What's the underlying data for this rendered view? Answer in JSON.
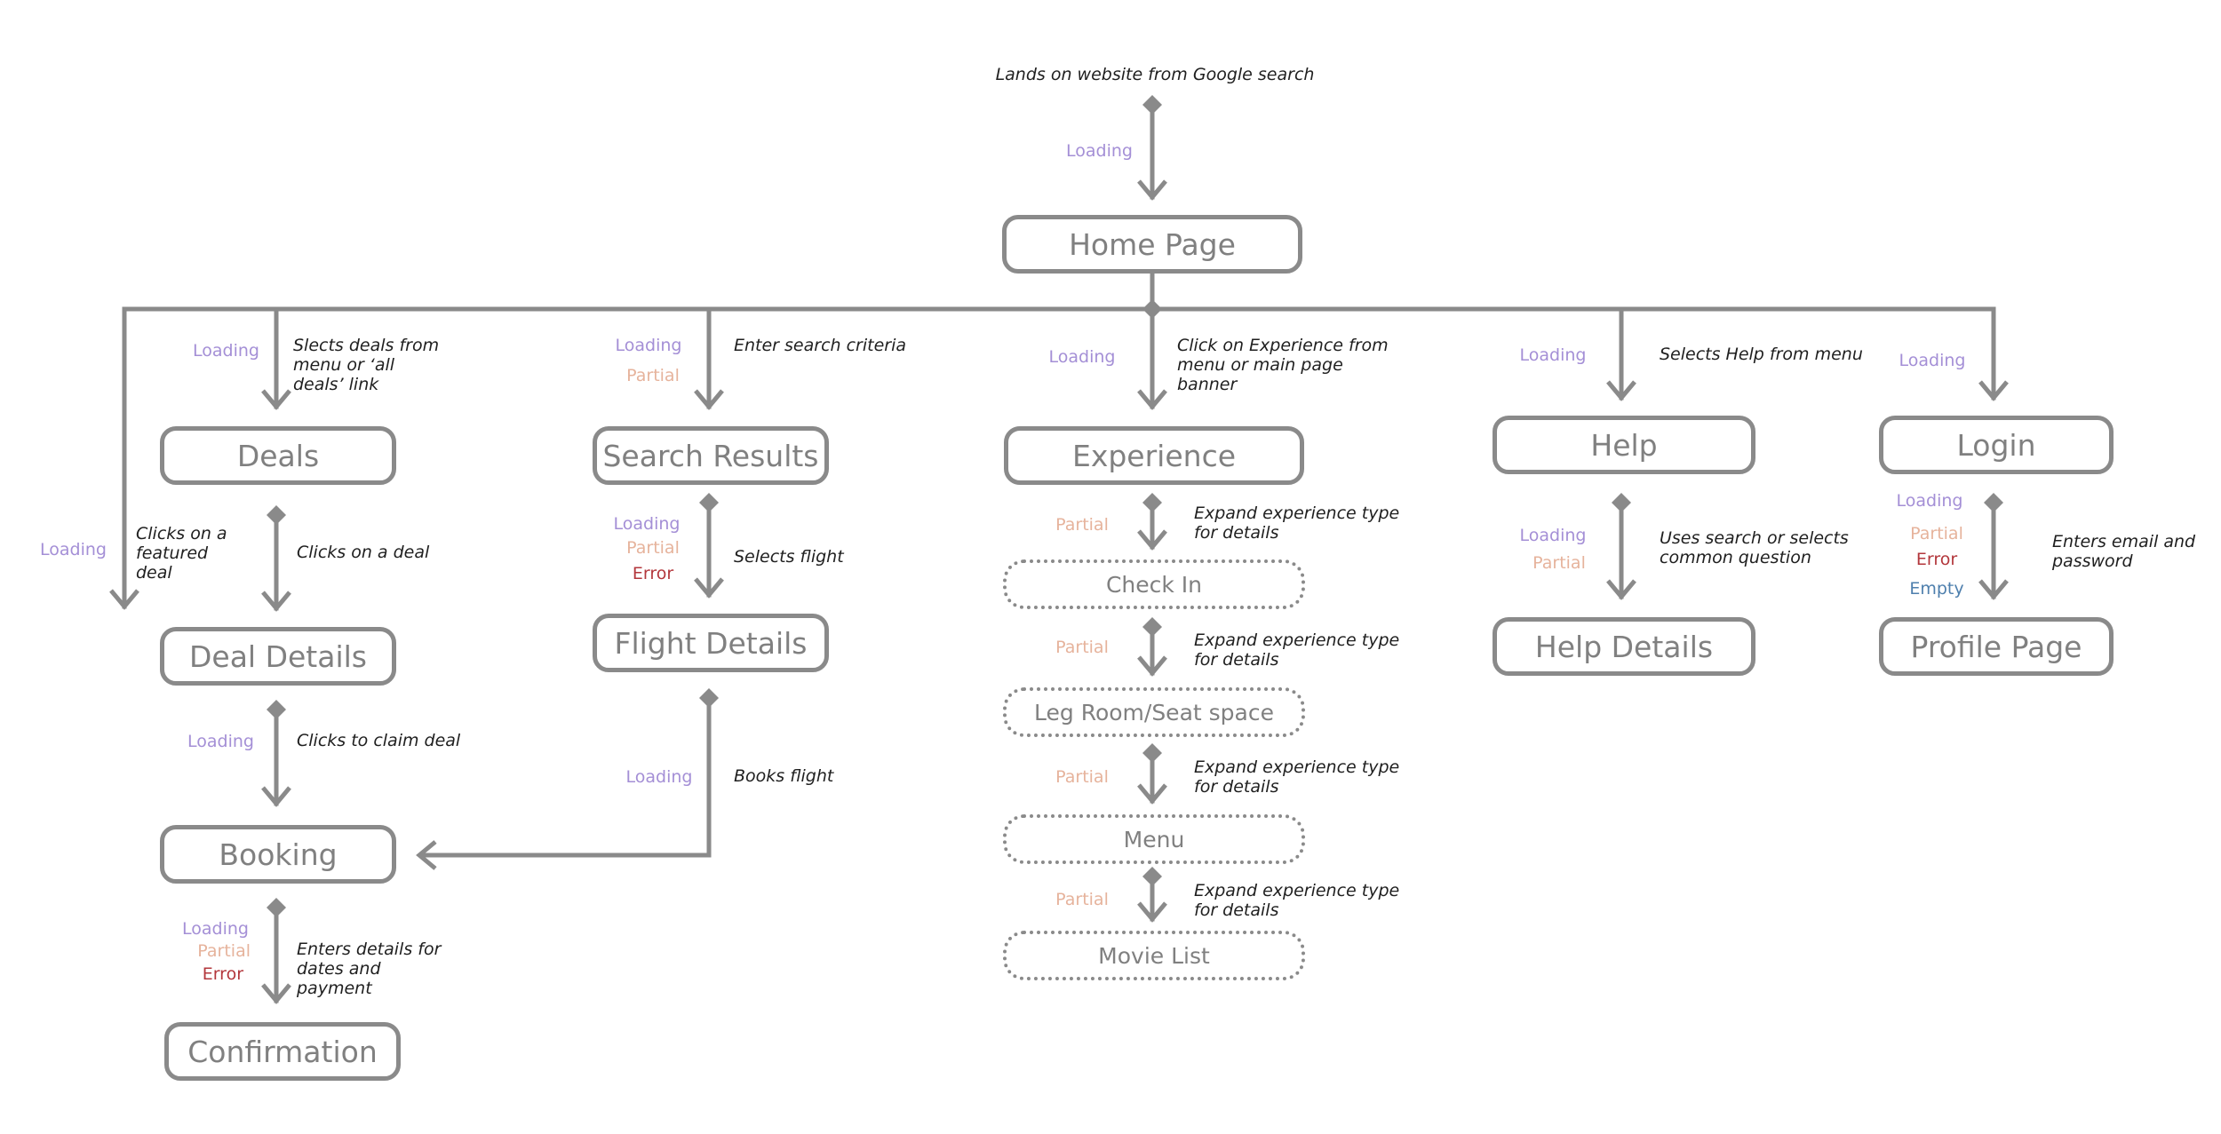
{
  "colors": {
    "edge": "#8a8a8a",
    "node_border": "#8a8a8a",
    "node_text": "#808080",
    "note_text": "#1f1f1f",
    "loading": "#a48fd6",
    "partial": "#e6b39c",
    "error": "#b3373c",
    "empty": "#4e7fad"
  },
  "entry": {
    "note": "Lands on website from Google search",
    "state_loading": "Loading"
  },
  "nodes": {
    "home": "Home Page",
    "deals": "Deals",
    "deal_details": "Deal Details",
    "booking": "Booking",
    "confirmation": "Confirmation",
    "search_results": "Search Results",
    "flight_details": "Flight Details",
    "experience": "Experience",
    "check_in": "Check In",
    "leg_room": "Leg Room/Seat space",
    "menu": "Menu",
    "movie_list": "Movie List",
    "help": "Help",
    "help_details": "Help Details",
    "login": "Login",
    "profile_page": "Profile Page"
  },
  "transitions": {
    "home_to_deals": {
      "note": "Slects deals from menu or ‘all deals’ link",
      "states": [
        "Loading"
      ]
    },
    "home_to_deal_details": {
      "note": "Clicks on a featured deal",
      "states": [
        "Loading"
      ]
    },
    "deals_to_deal_details": {
      "note": "Clicks on a deal",
      "states": []
    },
    "deal_details_to_booking": {
      "note": "Clicks to claim deal",
      "states": [
        "Loading"
      ]
    },
    "booking_to_confirmation": {
      "note": "Enters details for dates and payment",
      "states": [
        "Loading",
        "Partial",
        "Error"
      ]
    },
    "home_to_search_results": {
      "note": "Enter search criteria",
      "states": [
        "Loading",
        "Partial"
      ]
    },
    "search_results_to_flight_details": {
      "note": "Selects flight",
      "states": [
        "Loading",
        "Partial",
        "Error"
      ]
    },
    "flight_details_to_booking": {
      "note": "Books flight",
      "states": [
        "Loading"
      ]
    },
    "home_to_experience": {
      "note": "Click on Experience from menu or main page banner",
      "states": [
        "Loading"
      ]
    },
    "experience_to_check_in": {
      "note": "Expand experience type for details",
      "states": [
        "Partial"
      ]
    },
    "check_in_to_leg_room": {
      "note": "Expand experience type for details",
      "states": [
        "Partial"
      ]
    },
    "leg_room_to_menu": {
      "note": "Expand experience type for details",
      "states": [
        "Partial"
      ]
    },
    "menu_to_movie_list": {
      "note": "Expand experience type for details",
      "states": [
        "Partial"
      ]
    },
    "home_to_help": {
      "note": "Selects Help from menu",
      "states": [
        "Loading"
      ]
    },
    "help_to_help_details": {
      "note": "Uses search or selects common question",
      "states": [
        "Loading",
        "Partial"
      ]
    },
    "home_to_login": {
      "note": "",
      "states": [
        "Loading"
      ]
    },
    "login_to_profile_page": {
      "note": "Enters email and password",
      "states": [
        "Loading",
        "Partial",
        "Error",
        "Empty"
      ]
    }
  }
}
